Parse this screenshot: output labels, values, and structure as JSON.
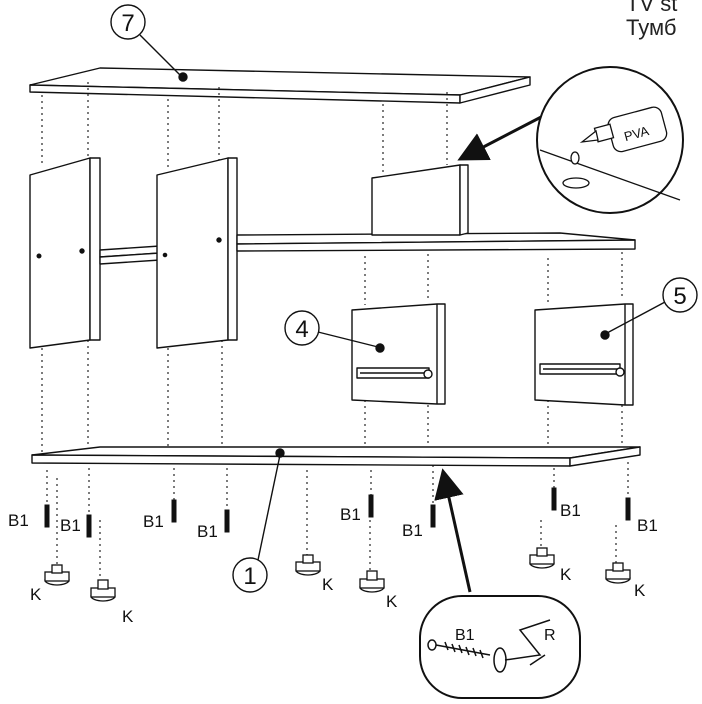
{
  "header": {
    "line1": "TV st",
    "line2": "Тумб"
  },
  "parts": {
    "top": "7",
    "bottom": "1",
    "door_left": "4",
    "door_right": "5"
  },
  "hardware": {
    "screw": "B1",
    "foot": "K"
  },
  "glue_callout": {
    "bottle_label": "PVA"
  },
  "tool_callout": {
    "screw": "B1",
    "tool": "R"
  },
  "colors": {
    "line": "#111111",
    "panel": "#ffffff",
    "accent": "#000000"
  }
}
